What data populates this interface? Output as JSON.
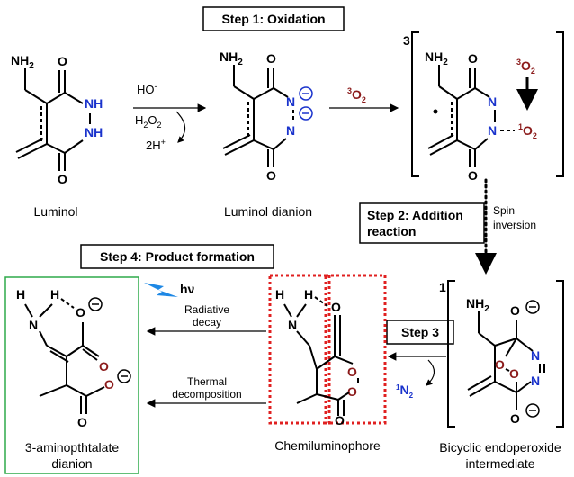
{
  "steps": {
    "step1": "Step 1: Oxidation",
    "step2_line1": "Step 2: Addition",
    "step2_line2": "reaction",
    "step3": "Step 3",
    "step4": "Step 4: Product formation"
  },
  "compounds": {
    "luminol": "Luminol",
    "dianion": "Luminol dianion",
    "chemiluminophore": "Chemiluminophore",
    "bicyclic_line1": "Bicyclic endoperoxide",
    "bicyclic_line2": "intermediate",
    "product_line1": "3-aminopthtalate",
    "product_line2": "dianion"
  },
  "reagents": {
    "hydroxide": "HO",
    "peroxide": "H2O2",
    "protons": "2H+",
    "triplet_oxygen": "3O2",
    "singlet_oxygen": "1O2",
    "nitrogen": "1N2",
    "photon": "hν"
  },
  "arrow_labels": {
    "spin_line1": "Spin",
    "spin_line2": "inversion",
    "radiative_line1": "Radiative",
    "radiative_line2": "decay",
    "thermal_line1": "Thermal",
    "thermal_line2": "decomposition"
  },
  "multiplicity": {
    "triplet": "3",
    "singlet": "1"
  },
  "colors": {
    "nitrogen_blue": "#1a33cc",
    "oxygen_red": "#8b1a1a",
    "highlight_red": "#e02020",
    "product_box_green": "#2eaa4a",
    "lightning_blue": "#1e88e5"
  }
}
